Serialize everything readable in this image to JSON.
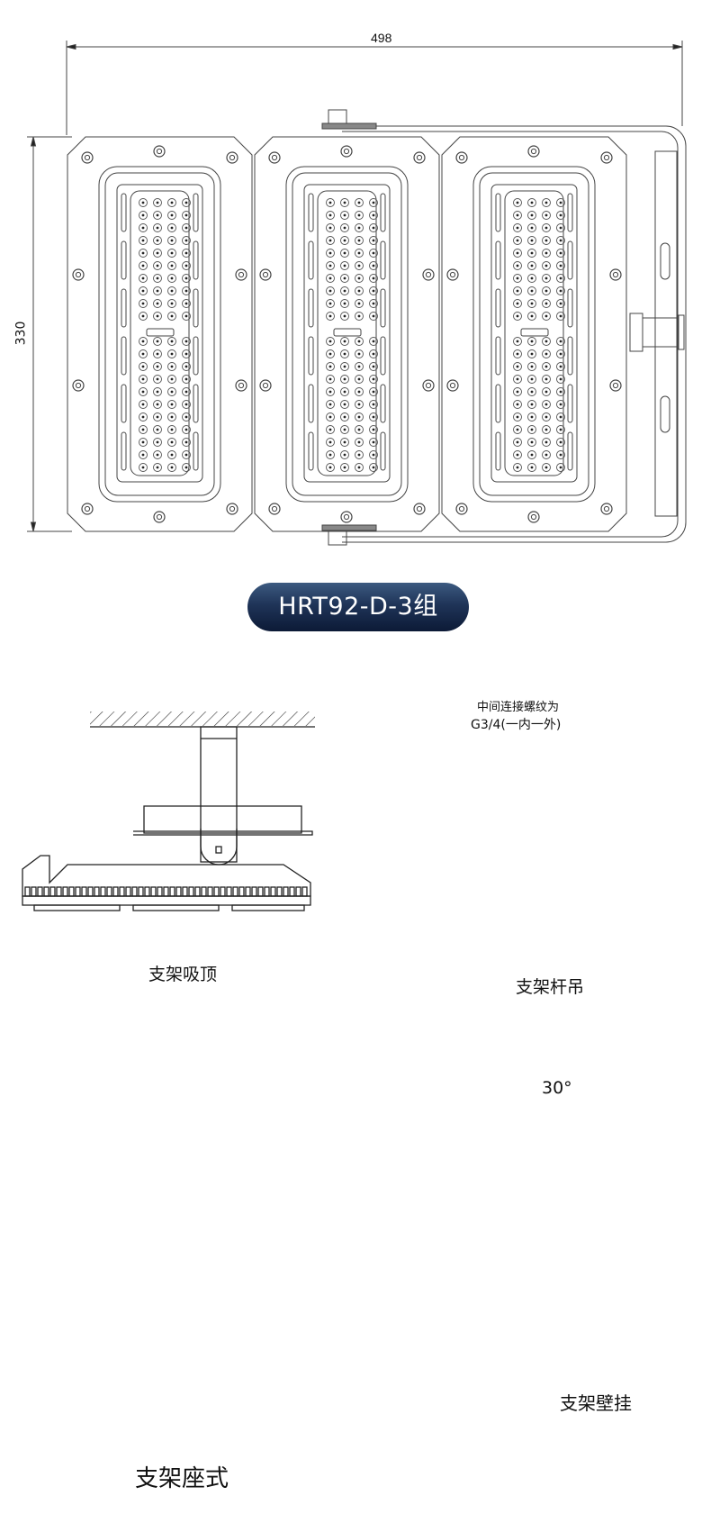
{
  "top_view": {
    "dimension_width": "498",
    "dimension_height": "330",
    "module_count": 3
  },
  "model_badge": {
    "label": "HRT92-D-3组",
    "colors": {
      "top": "#3c5a80",
      "bottom": "#0c1a36",
      "text": "#ffffff"
    }
  },
  "mounting_views": [
    {
      "id": "ceiling",
      "caption": "支架吸顶"
    },
    {
      "id": "pole",
      "caption": "支架杆吊",
      "note_line1": "中间连接螺纹为",
      "note_line2": "G3/4(一内一外)"
    },
    {
      "id": "floor",
      "caption": "支架座式"
    },
    {
      "id": "wall",
      "caption": "支架壁挂",
      "angle_label": "30°"
    }
  ],
  "colors": {
    "line": "#333333",
    "background": "#ffffff"
  }
}
